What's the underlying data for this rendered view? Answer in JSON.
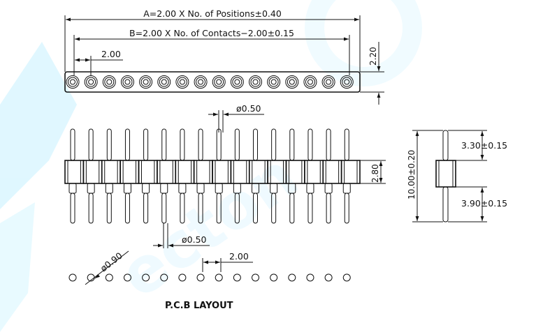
{
  "colors": {
    "line": "#111111",
    "watermark": "#bfefff",
    "background": "#ffffff"
  },
  "dimensions": {
    "overall_length": "A=2.00 X No. of Positions±0.40",
    "contacts_length": "B=2.00 X No. of Contacts−2.00±0.15",
    "pitch_top": "2.00",
    "strip_height": "2.20",
    "pin_diameter_top": "ø0.50",
    "body_height": "2.80",
    "pin_diameter_bottom": "ø0.50",
    "total_height": "10.00±0.20",
    "upper_pin_length": "3.30±0.15",
    "lower_pin_length": "3.90±0.15",
    "hole_diameter": "ø0.90",
    "pcb_pitch": "2.00"
  },
  "labels": {
    "pcb_layout": "P.C.B LAYOUT"
  },
  "counts": {
    "positions": 16,
    "pcb_holes": 16
  }
}
